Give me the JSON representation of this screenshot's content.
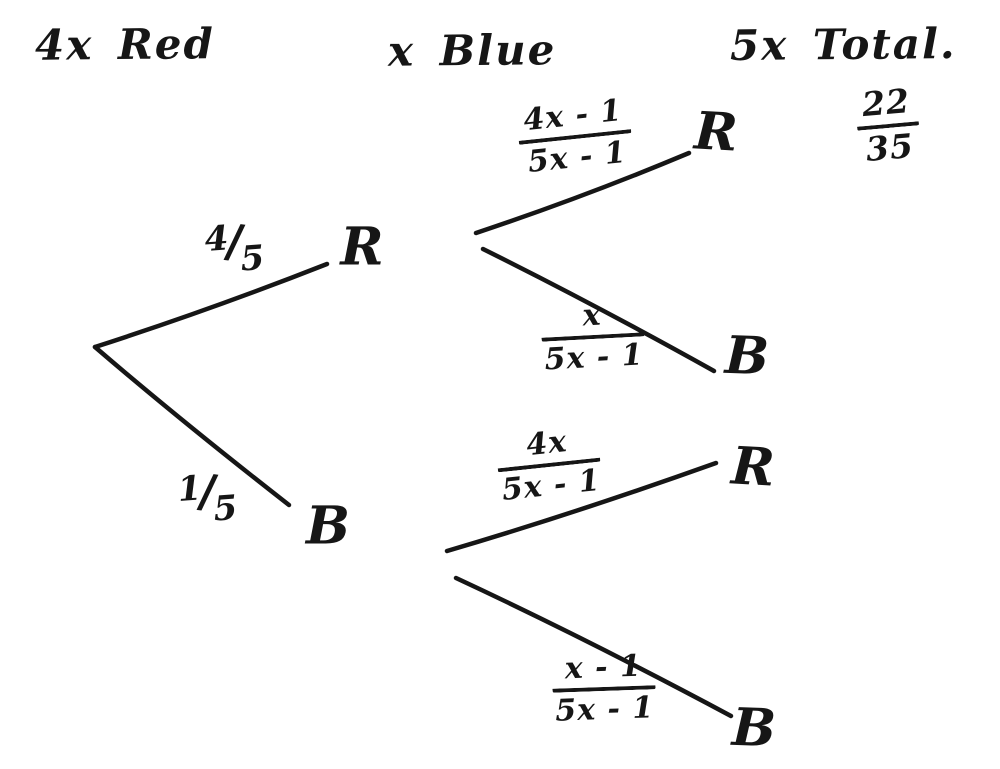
{
  "colors": {
    "ink": "#161616",
    "paper": "#ffffff"
  },
  "header": {
    "red_count": "4x Red",
    "blue_count": "x Blue",
    "total_count": "5x Total."
  },
  "answer": {
    "num": "22",
    "den": "35"
  },
  "tree": {
    "first_draw": [
      {
        "outcome": "R",
        "prob_num": "4",
        "prob_den": "5"
      },
      {
        "outcome": "B",
        "prob_num": "1",
        "prob_den": "5"
      }
    ],
    "second_draw": [
      {
        "after": "R",
        "outcome": "R",
        "prob_num": "4x - 1",
        "prob_den": "5x - 1"
      },
      {
        "after": "R",
        "outcome": "B",
        "prob_num": "x",
        "prob_den": "5x - 1"
      },
      {
        "after": "B",
        "outcome": "R",
        "prob_num": "4x",
        "prob_den": "5x - 1"
      },
      {
        "after": "B",
        "outcome": "B",
        "prob_num": "x - 1",
        "prob_den": "5x - 1"
      }
    ]
  }
}
